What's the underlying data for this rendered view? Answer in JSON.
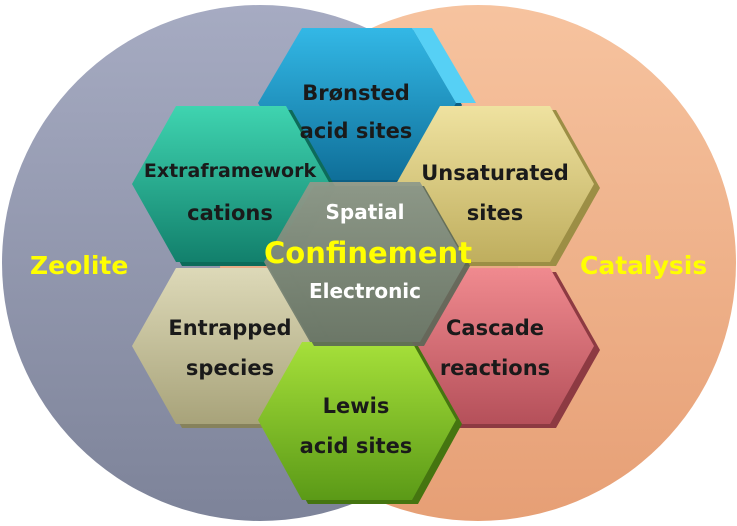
{
  "diagram": {
    "left_circle": {
      "label": "Zeolite",
      "color": "#8e94ad"
    },
    "right_circle": {
      "label": "Catalysis",
      "color": "#f2ad86"
    },
    "center": {
      "title": "Confinement",
      "top_label": "Spatial",
      "bottom_label": "Electronic",
      "color": "#7f8c7a"
    },
    "hexagons": [
      {
        "key": "bronsted",
        "line1": "Brønsted",
        "line2": "acid sites",
        "color": "#1b9bc9"
      },
      {
        "key": "unsaturated",
        "line1": "Unsaturated",
        "line2": "sites",
        "color": "#d9c87a"
      },
      {
        "key": "cascade",
        "line1": "Cascade",
        "line2": "reactions",
        "color": "#e06d72"
      },
      {
        "key": "lewis",
        "line1": "Lewis",
        "line2": "acid sites",
        "color": "#7fbf2a"
      },
      {
        "key": "entrapped",
        "line1": "Entrapped",
        "line2": "species",
        "color": "#c9c49a"
      },
      {
        "key": "extraframework",
        "line1": "Extraframework",
        "line2": "cations",
        "color": "#22b59a"
      }
    ]
  }
}
